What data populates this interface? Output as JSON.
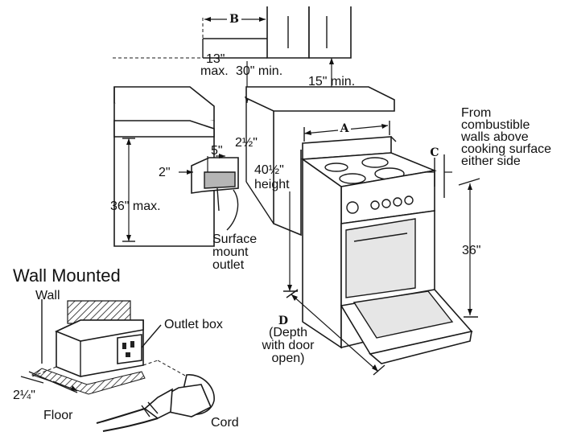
{
  "labels": {
    "dim_b": "B",
    "max_13": "13\"",
    "max_word": "max.",
    "min_30": "30\" min.",
    "min_15": "15\" min.",
    "dim_a": "A",
    "dim_c": "C",
    "from_combustible": [
      "From",
      "combustible",
      "walls above",
      "cooking surface",
      "either side"
    ],
    "two_half": "2½\"",
    "five": "5\"",
    "two": "2\"",
    "height_val": "40½\"",
    "height_word": "height",
    "max_36": "36\" max.",
    "surface_outlet": [
      "Surface",
      "mount",
      "outlet"
    ],
    "thirty_six": "36\"",
    "dim_d": "D",
    "depth_note": [
      "(Depth",
      "with door",
      "open)"
    ],
    "wall_mounted": "Wall Mounted",
    "wall": "Wall",
    "outlet_box": "Outlet box",
    "two_quarter": "2¼\"",
    "floor": "Floor",
    "cord": "Cord"
  }
}
